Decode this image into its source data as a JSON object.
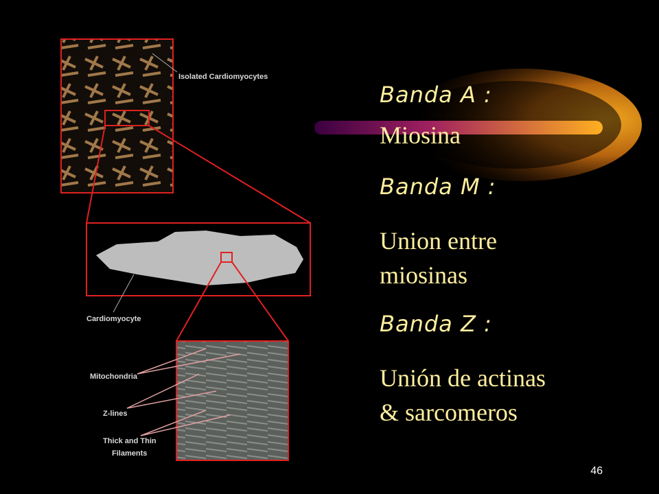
{
  "figure": {
    "labels": {
      "isolated": "Isolated Cardiomyocytes",
      "cardiomyocyte": "Cardiomyocyte",
      "mitochondria": "Mitochondria",
      "zlines": "Z-lines",
      "thick_thin_1": "Thick and Thin",
      "thick_thin_2": "Filaments"
    }
  },
  "text": {
    "line1": "Banda A :",
    "line2": "Miosina",
    "line3": "Banda M :",
    "line4a": "Union entre",
    "line4b": "miosinas",
    "line5": "Banda Z :",
    "line6a": "Unión de actinas",
    "line6b": "& sarcomeros"
  },
  "slide": {
    "page_number": "46"
  },
  "colors": {
    "frame": "#e02020",
    "text": "#ffef9f",
    "background": "#000000"
  }
}
